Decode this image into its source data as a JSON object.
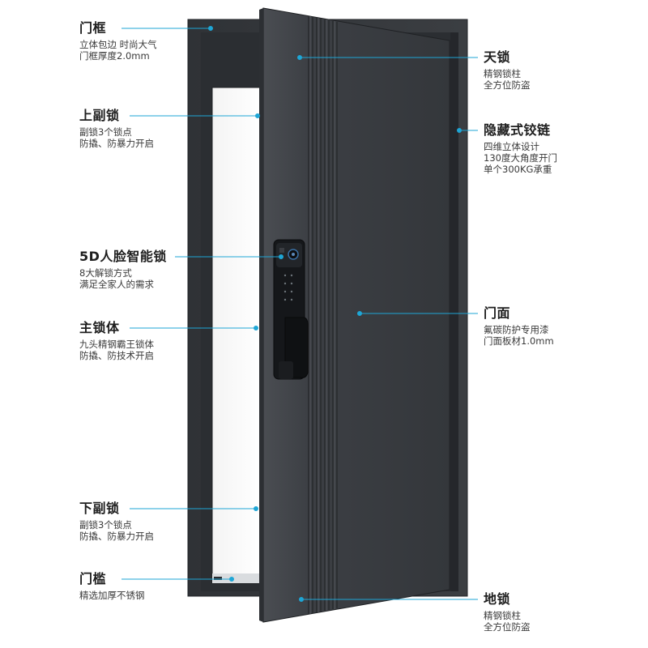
{
  "accent_color": "#1ea6d6",
  "callouts": {
    "door_frame": {
      "title": "门框",
      "lines": [
        "立体包边 时尚大气",
        "门框厚度2.0mm"
      ]
    },
    "upper_lock": {
      "title": "上副锁",
      "lines": [
        "副锁3个锁点",
        "防撬、防暴力开启"
      ]
    },
    "smart_lock": {
      "title": "5D人脸智能锁",
      "lines": [
        "8大解锁方式",
        "满足全家人的需求"
      ]
    },
    "main_lock": {
      "title": "主锁体",
      "lines": [
        "九头精钢霸王锁体",
        "防撬、防技术开启"
      ]
    },
    "lower_lock": {
      "title": "下副锁",
      "lines": [
        "副锁3个锁点",
        "防撬、防暴力开启"
      ]
    },
    "threshold": {
      "title": "门槛",
      "lines": [
        "精选加厚不锈钢"
      ]
    },
    "top_lock": {
      "title": "天锁",
      "lines": [
        "精钢锁柱",
        "全方位防盗"
      ]
    },
    "hidden_hinge": {
      "title": "隐藏式铰链",
      "lines": [
        "四维立体设计",
        "130度大角度开门",
        "单个300KG承重"
      ]
    },
    "door_surface": {
      "title": "门面",
      "lines": [
        "氟碳防护专用漆",
        "门面板材1.0mm"
      ]
    },
    "ground_lock": {
      "title": "地锁",
      "lines": [
        "精钢锁柱",
        "全方位防盗"
      ]
    }
  }
}
